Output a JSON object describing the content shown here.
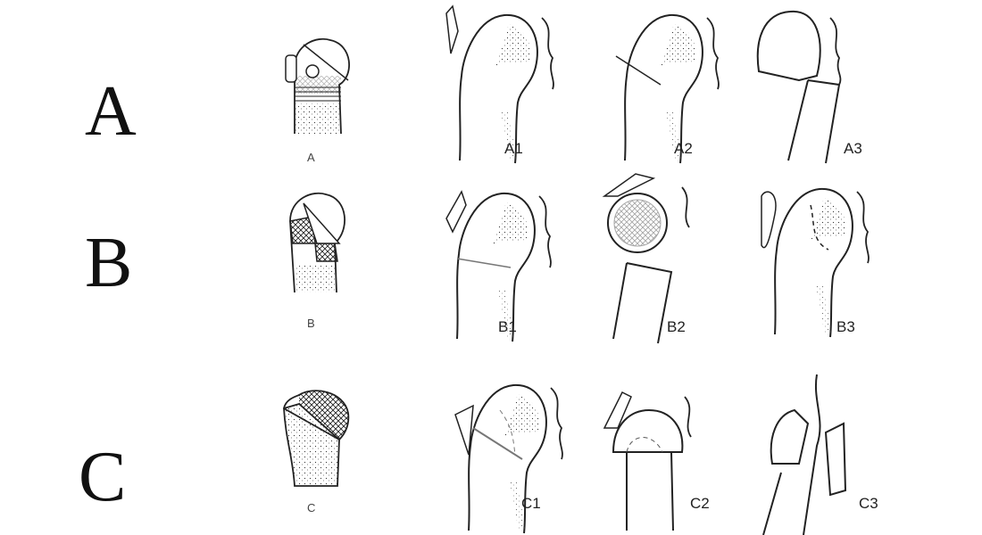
{
  "rows": [
    {
      "letter": "A",
      "schematic_label": "A",
      "subtypes": [
        "A1",
        "A2",
        "A3"
      ]
    },
    {
      "letter": "B",
      "schematic_label": "B",
      "subtypes": [
        "B1",
        "B2",
        "B3"
      ]
    },
    {
      "letter": "C",
      "schematic_label": "C",
      "subtypes": [
        "C1",
        "C2",
        "C3"
      ]
    }
  ]
}
